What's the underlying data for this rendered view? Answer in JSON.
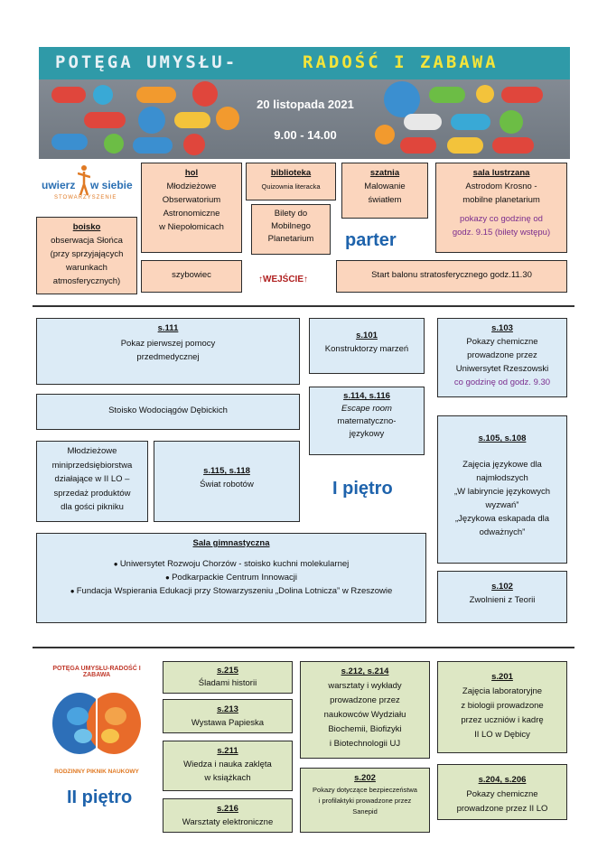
{
  "banner": {
    "title_a": "POTĘGA  UMYSŁU-",
    "title_b": "RADOŚĆ I ZABAWA",
    "date": "20 listopada 2021",
    "time": "9.00 - 14.00"
  },
  "logo1": {
    "line1": "uwierz",
    "line2": "w siebie",
    "line3": "STOWARZYSZENIE"
  },
  "logo2": {
    "arc": "POTĘGA UMYSŁU-RADOŚĆ I ZABAWA",
    "caption": "RODZINNY PIKNIK NAUKOWY"
  },
  "parter": {
    "label": "parter",
    "entrance": "↑WEJŚCIE↑",
    "hol": {
      "title": "hol",
      "l1": "Młodzieżowe",
      "l2": "Obserwatorium",
      "l3": "Astronomiczne",
      "l4": "w Niepołomicach"
    },
    "biblioteka": {
      "title": "biblioteka",
      "l1": "Quizownia literacka"
    },
    "bilety": {
      "l1": "Bilety do",
      "l2": "Mobilnego",
      "l3": "Planetarium"
    },
    "szatnia": {
      "title": "szatnia",
      "l1": "Malowanie",
      "l2": "światłem"
    },
    "sala_lustrzana": {
      "title": "sala lustrzana",
      "l1": "Astrodom Krosno -",
      "l2": "mobilne planetarium",
      "p1": "pokazy co godzinę od",
      "p2": "godz. 9.15 (bilety wstępu)"
    },
    "boisko": {
      "title": "boisko",
      "l1": "obserwacja Słońca",
      "l2": "(przy sprzyjających",
      "l3": "warunkach",
      "l4": "atmosferycznych)"
    },
    "szybowiec": "szybowiec",
    "balon": "Start balonu stratosferycznego godz.11.30"
  },
  "floor1": {
    "label": "I piętro",
    "s111": {
      "title": "s.111",
      "l1": "Pokaz pierwszej  pomocy",
      "l2": "przedmedycznej"
    },
    "s101": {
      "title": "s.101",
      "l1": "Konstruktorzy marzeń"
    },
    "s103": {
      "title": "s.103",
      "l1": "Pokazy chemiczne",
      "l2": "prowadzone przez",
      "l3": "Uniwersytet Rzeszowski",
      "p1": "co godzinę od godz. 9.30"
    },
    "wodociagi": "Stoisko Wodociągów Dębickich",
    "s114": {
      "title": "s.114, s.116",
      "i1": "Escape room",
      "l1": "matematyczno-",
      "l2": "językowy"
    },
    "mlodziezowe": {
      "l1": "Młodzieżowe",
      "l2": "miniprzedsiębiorstwa",
      "l3": "działające w II LO –",
      "l4": "sprzedaż produktów",
      "l5": "dla gości pikniku"
    },
    "s115": {
      "title": "s.115, s.118",
      "l1": "Świat robotów"
    },
    "s105": {
      "title": "s.105, s.108",
      "l1": "Zajęcia językowe dla",
      "l2": "najmłodszych",
      "l3": "„W labiryncie językowych",
      "l4": "wyzwań”",
      "l5": "„Językowa eskapada dla",
      "l6": "odważnych”"
    },
    "gimnastyczna": {
      "title": "Sala gimnastyczna",
      "items": [
        "Uniwersytet Rozwoju Chorzów - stoisko kuchni molekularnej",
        "Podkarpackie Centrum Innowacji",
        "Fundacja Wspierania Edukacji przy Stowarzyszeniu „Dolina Lotnicza” w Rzeszowie"
      ]
    },
    "s102": {
      "title": "s.102",
      "l1": "Zwolnieni z Teorii"
    }
  },
  "floor2": {
    "label": "II piętro",
    "s215": {
      "title": "s.215",
      "l1": "Śladami historii"
    },
    "s213": {
      "title": "s.213",
      "l1": "Wystawa Papieska"
    },
    "s211": {
      "title": "s.211",
      "l1": "Wiedza i nauka zaklęta",
      "l2": "w książkach"
    },
    "s216": {
      "title": "s.216",
      "l1": "Warsztaty elektroniczne"
    },
    "s212": {
      "title": "s.212, s.214",
      "l1": "warsztaty i wykłady",
      "l2": "prowadzone przez",
      "l3": "naukowców Wydziału",
      "l4": "Biochemii, Biofizyki",
      "l5": "i Biotechnologii UJ"
    },
    "s202": {
      "title": "s.202",
      "l1": "Pokazy dotyczące  bezpieczeństwa",
      "l2": "i profilaktyki  prowadzone przez",
      "l3": "Sanepid"
    },
    "s201": {
      "title": "s.201",
      "l1": "Zajęcia laboratoryjne",
      "l2": "z biologii prowadzone",
      "l3": "przez uczniów i kadrę",
      "l4": "II LO w Dębicy"
    },
    "s204": {
      "title": "s.204, s.206",
      "l1": "Pokazy chemiczne",
      "l2": "prowadzone przez II LO"
    }
  },
  "colors": {
    "peach": "#fbd5bd",
    "blue": "#dcebf6",
    "green": "#dde7c4",
    "accent": "#1e63ac",
    "highlight": "#7b2d8e",
    "entrance": "#b02020"
  }
}
